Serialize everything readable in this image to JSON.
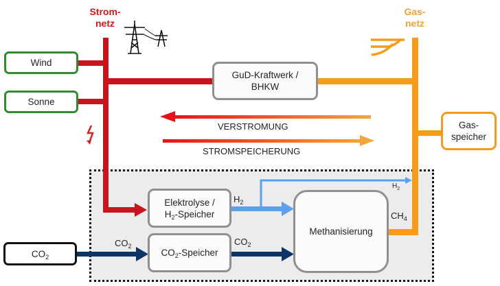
{
  "title": "Power-to-Gas system diagram",
  "colors": {
    "strom": "#c8141c",
    "gas": "#f79b1a",
    "h2": "#5aa0ea",
    "co2": "#0c3466",
    "source_border": "#2e8b2e",
    "process_border": "#8f8f8f",
    "boundary_fill": "#ececec"
  },
  "grids": {
    "strom": {
      "line1": "Strom-",
      "line2": "netz",
      "icon": "power-pylon-icon"
    },
    "gas": {
      "line1": "Gas-",
      "line2": "netz",
      "icon": "gas-pipeline-icon"
    }
  },
  "sources": {
    "wind": "Wind",
    "sonne": "Sonne",
    "co2": {
      "base": "CO",
      "sub": "2"
    }
  },
  "plant": {
    "line1": "GuD-Kraftwerk /",
    "line2": "BHKW"
  },
  "storage": {
    "line1": "Gas-",
    "line2": "speicher"
  },
  "flows": {
    "verstromung": "VERSTROMUNG",
    "stromspeicherung": "STROMSPEICHERUNG"
  },
  "process": {
    "elektrolyse": {
      "line1": "Elektrolyse /",
      "line2_base": "H",
      "line2_sub": "2",
      "line2_rest": "-Speicher"
    },
    "co2_speicher": {
      "base": "CO",
      "sub": "2",
      "rest": "-Speicher"
    },
    "methanisierung": "Methanisierung"
  },
  "stream_labels": {
    "h2": {
      "base": "H",
      "sub": "2"
    },
    "h2_bypass": {
      "base": "H",
      "sub": "2"
    },
    "co2_in": {
      "base": "CO",
      "sub": "2"
    },
    "co2_out": {
      "base": "CO",
      "sub": "2"
    },
    "ch4": {
      "base": "CH",
      "sub": "4"
    }
  },
  "icons": {
    "lightning": "lightning-icon"
  }
}
